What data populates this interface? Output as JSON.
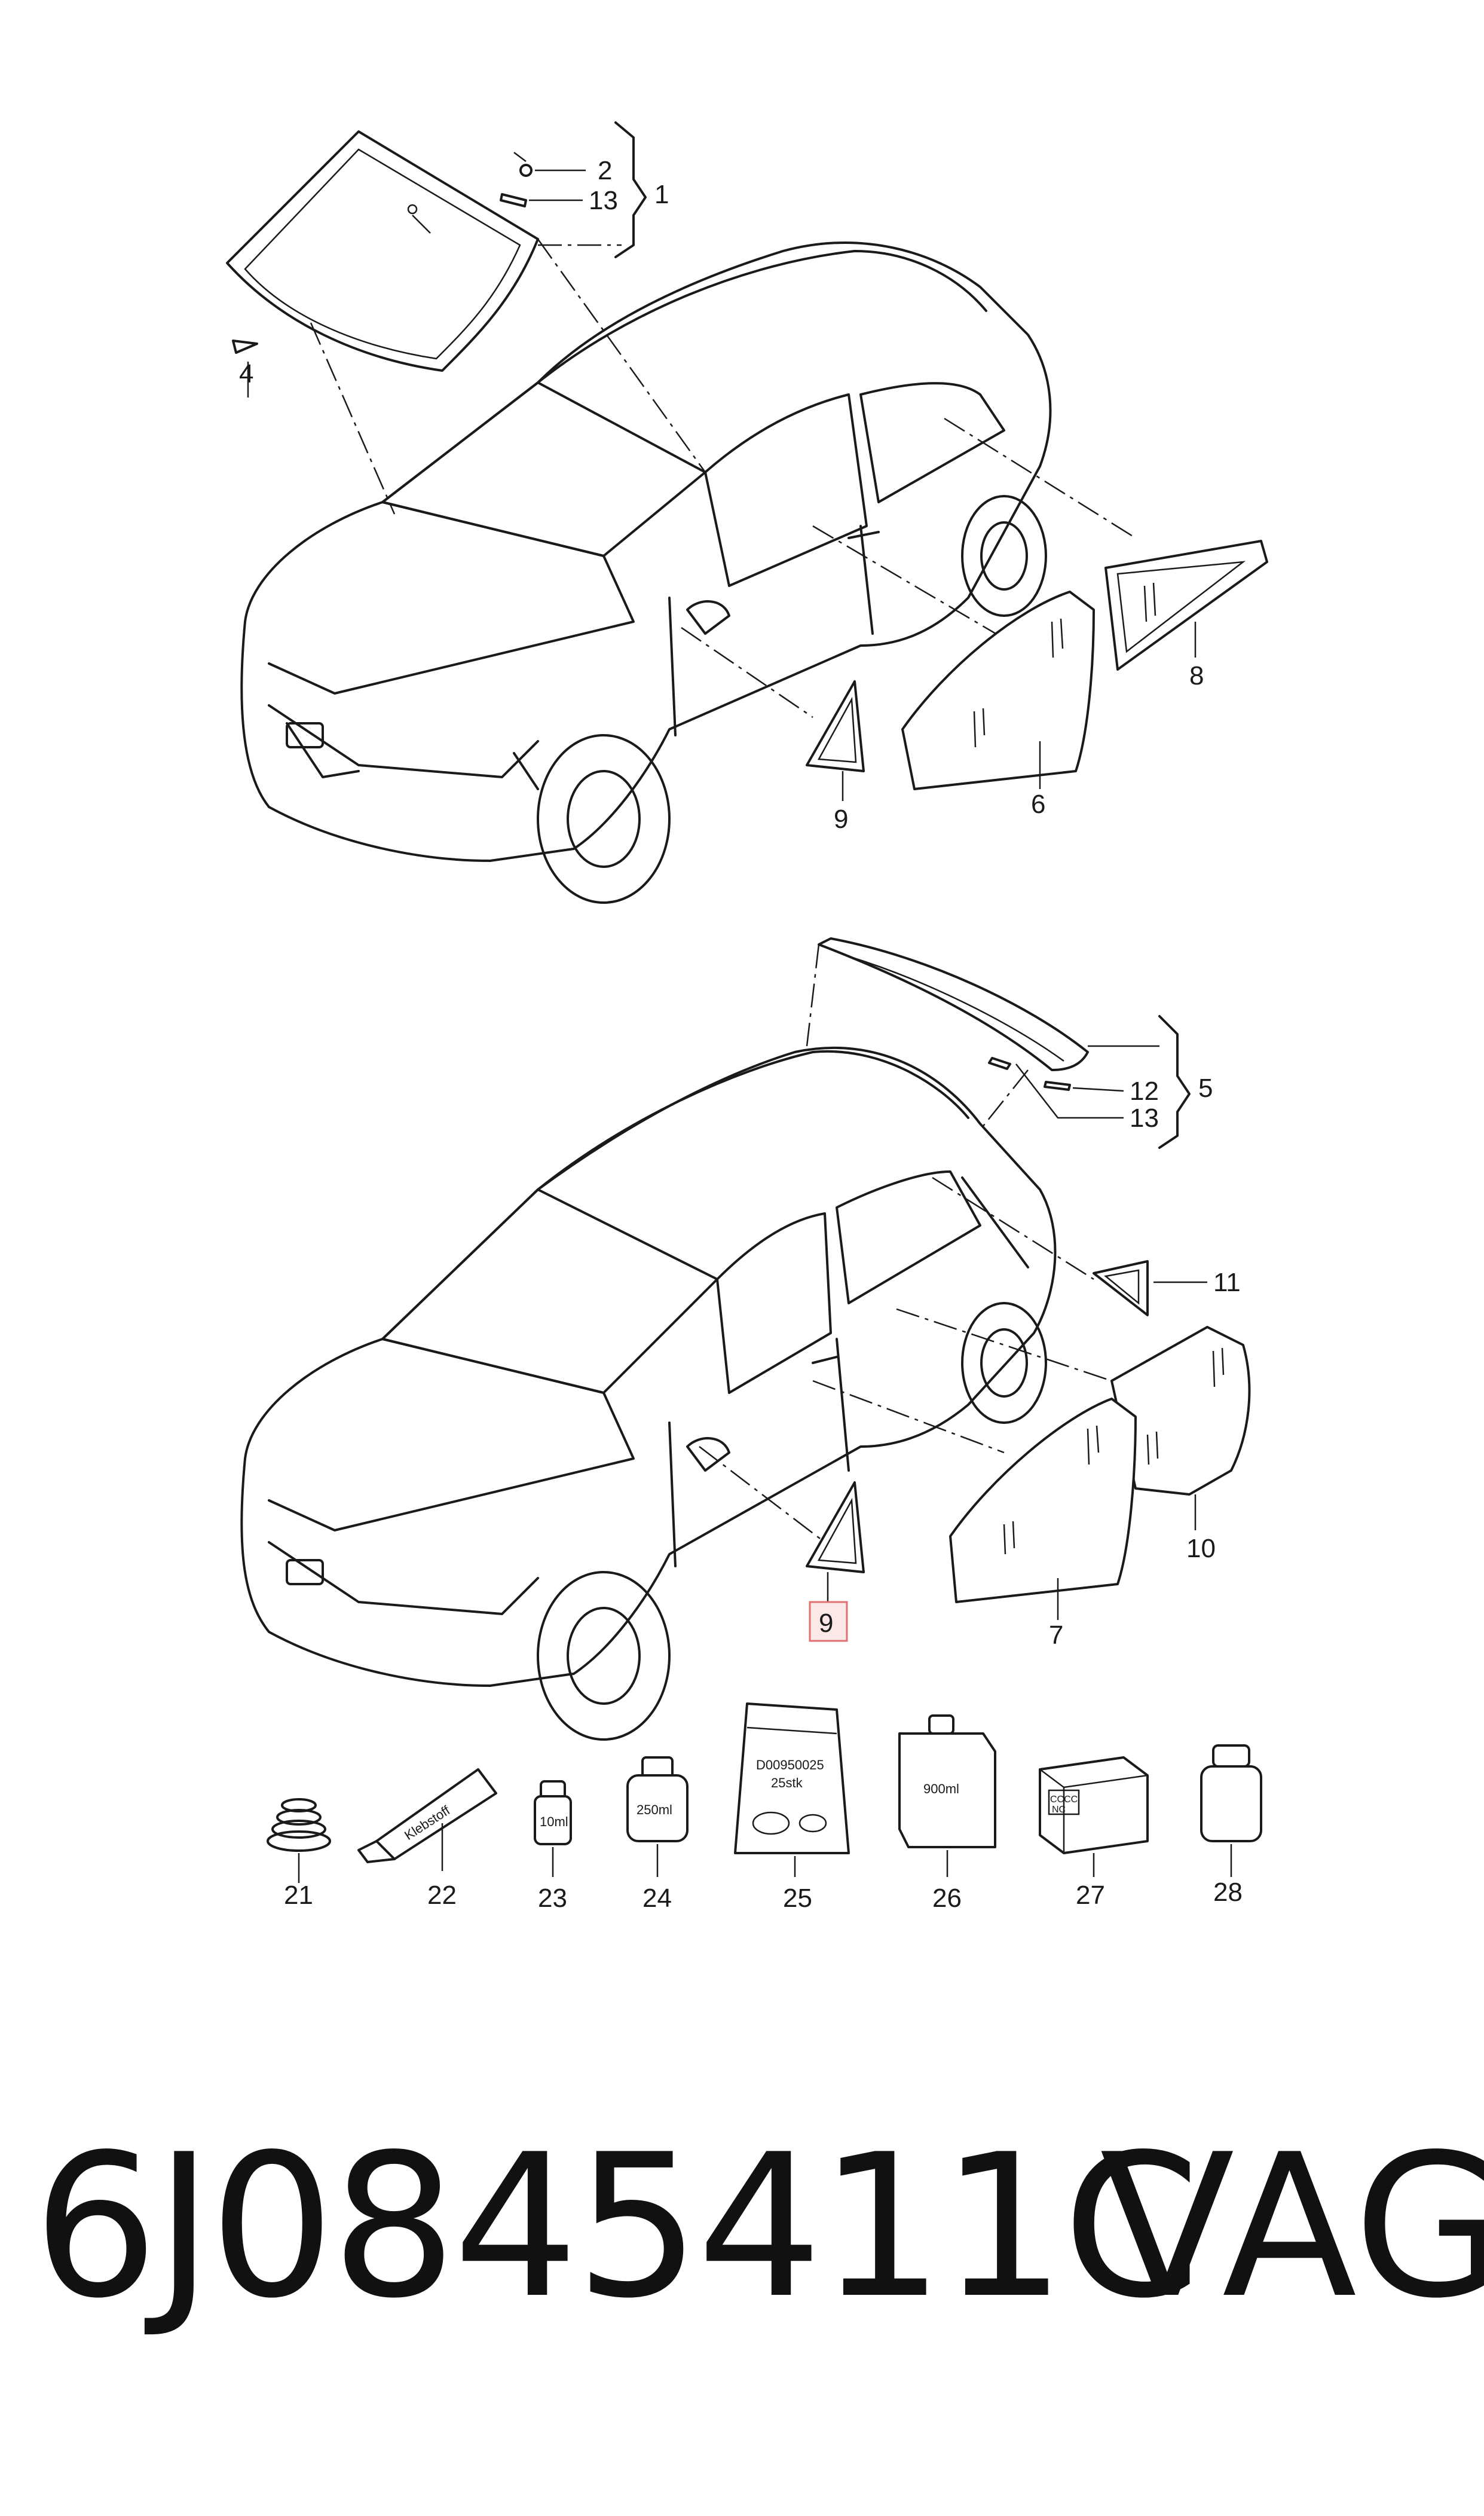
{
  "callouts": {
    "c1": "1",
    "c2": "2",
    "c4": "4",
    "c5": "5",
    "c6": "6",
    "c7": "7",
    "c8": "8",
    "c9_top": "9",
    "c9_bottom": "9",
    "c10": "10",
    "c11": "11",
    "c12": "12",
    "c13_top": "13",
    "c13_bottom": "13",
    "c21": "21",
    "c22": "22",
    "c23": "23",
    "c24": "24",
    "c25": "25",
    "c26": "26",
    "c27": "27",
    "c28": "28"
  },
  "packages": {
    "tube_label": "Klebstoff",
    "vial_label": "10ml",
    "can_label": "250ml",
    "bag_code": "D00950025",
    "bag_qty": "25stk",
    "bottle_label": "900ml",
    "box_line1": "CCCC",
    "box_line2": "NC"
  },
  "footer": {
    "part_number": "6J0845411C",
    "brand": "VAG"
  },
  "colors": {
    "line": "#1a1a1a",
    "highlight_fill": "#fde8e8",
    "highlight_stroke": "#e07070"
  }
}
